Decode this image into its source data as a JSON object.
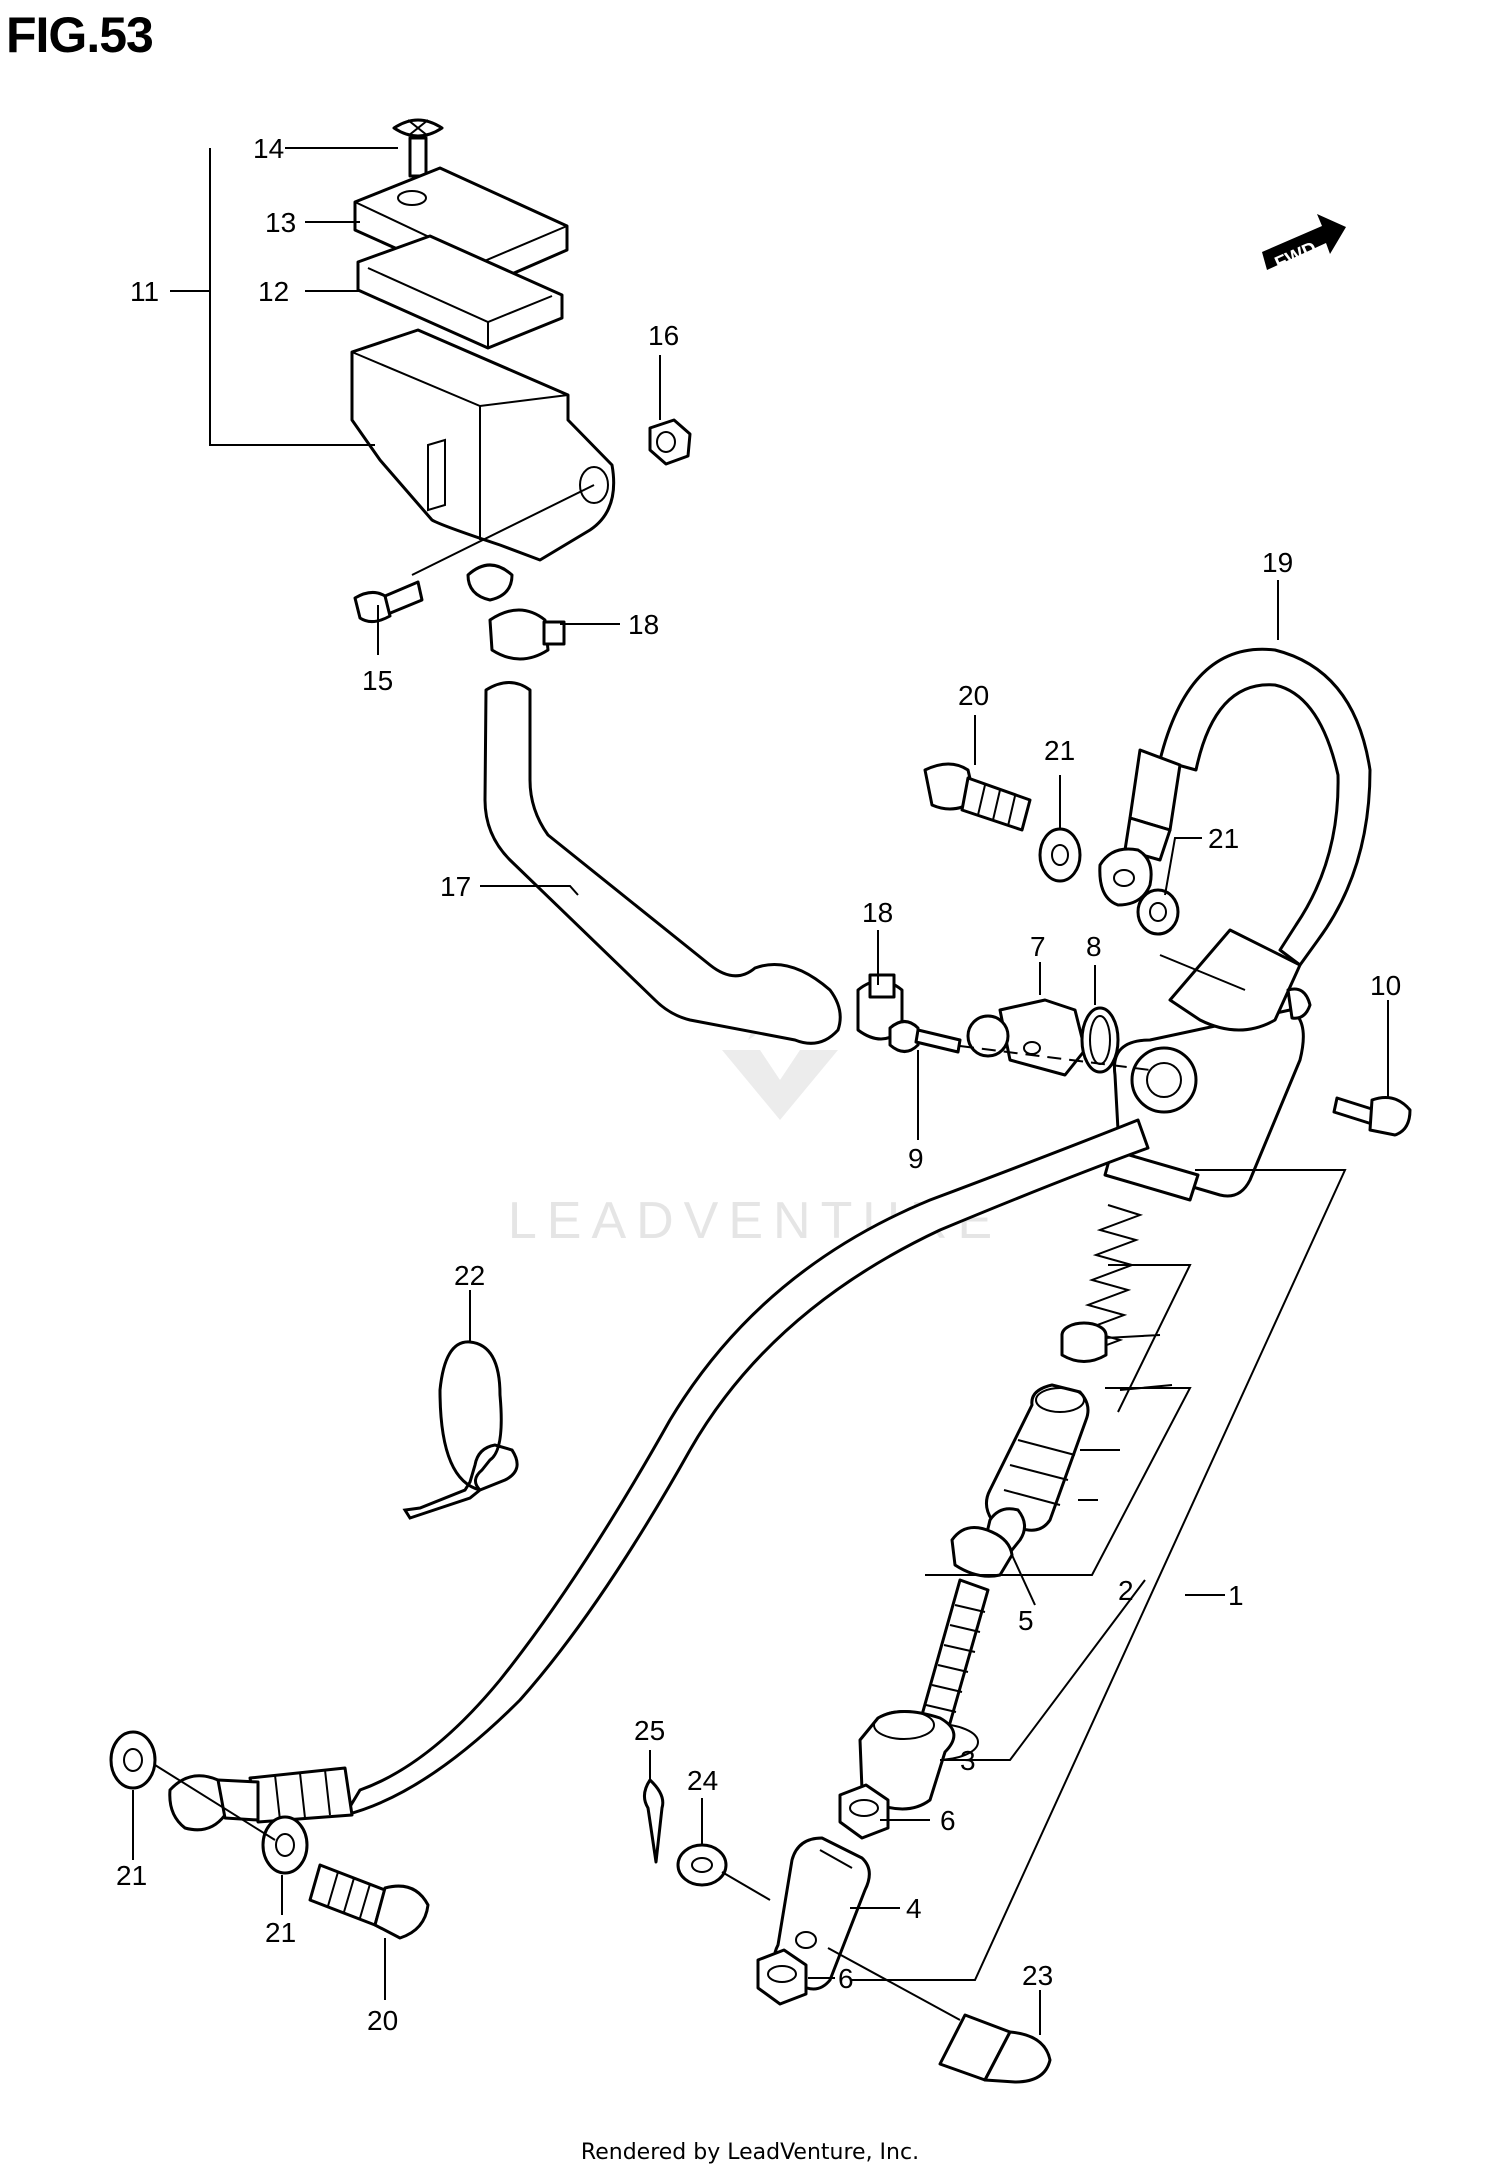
{
  "figure": {
    "title": "FIG.53",
    "footer": "Rendered by LeadVenture, Inc.",
    "watermark": "LEADVENTURE",
    "direction_badge": "FWD"
  },
  "callouts": {
    "c1": "1",
    "c2": "2",
    "c3": "3",
    "c4": "4",
    "c5": "5",
    "c6a": "6",
    "c6b": "6",
    "c7": "7",
    "c8": "8",
    "c9": "9",
    "c10": "10",
    "c11": "11",
    "c12": "12",
    "c13": "13",
    "c14": "14",
    "c15": "15",
    "c16": "16",
    "c17": "17",
    "c18a": "18",
    "c18b": "18",
    "c19": "19",
    "c20a": "20",
    "c20b": "20",
    "c21a": "21",
    "c21b": "21",
    "c21c": "21",
    "c21d": "21",
    "c22": "22",
    "c23": "23",
    "c24": "24",
    "c25": "25"
  }
}
